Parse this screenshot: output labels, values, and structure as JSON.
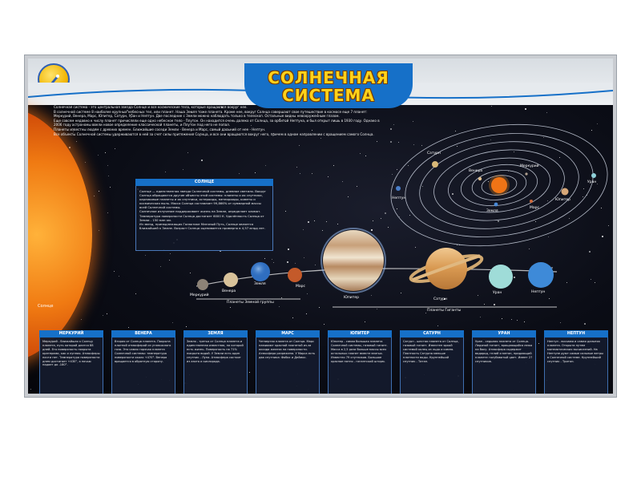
{
  "poster": {
    "title_line1": "СОЛНЕЧНАЯ",
    "title_line2": "СИСТЕМА",
    "intro": [
      "Солнечная система - это центральная звезда Солнце и все космические тела, которые вращаются вокруг нее.",
      "В солнечной системе 8 наиболее крупных небесных тел, или планет. Наша Земля тоже планета. Кроме нее, вокруг Солнца совершают свое путешествие в космосе еще 7 планет: Меркурий, Венера, Марс, Юпитер, Сатурн, Уран и Нептун. Две последние с Земли можно наблюдать только в телескоп. Остальные видны невооруженным глазом.",
      "Еще совсем недавно к числу планет причисляли еще одно небесное тело - Плутон. Он находится очень далеко от Солнца, за орбитой Нептуна, и был открыт лишь в 1930 году. Однако в 2006 году астрономы ввели новое определение классической планеты, и Плутон под него не попал.",
      "Планеты известны людям с древних времен. Ближайшие соседи Земли - Венера и Марс, самый дальний от нее - Нептун.",
      "Все объекты Солнечной системы удерживаются в ней за счет силы притяжения Солнца, и все они вращаются вокруг него, причем в одном направлении с вращением самого Солнца."
    ],
    "sun_label": "Солнце"
  },
  "sun_box": {
    "title": "СОЛНЦЕ",
    "paragraphs": [
      "Солнце — единственная звезда Солнечной системы, дневное светило. Вокруг Солнца обращаются другие объекты этой системы: планеты и их спутники, карликовые планеты и их спутники, астероиды, метеороиды, кометы и космическая пыль. Масса Солнца составляет 99,866% от суммарной массы всей Солнечной системы.",
      "Солнечное излучение поддерживает жизнь на Земле, определяет климат. Температура поверхности Солнца достигает 6000 К. Удалённость Солнца от Земли - 150 млн км.",
      "Из звезд, принадлежащих Галактике Млечный Путь, Солнце является ближайшей к Земле. Возраст Солнца оценивается примерно в 4,57 млрд лет."
    ]
  },
  "orbit": {
    "labels": [
      "Нептун",
      "Уран",
      "Сатурн",
      "Юпитер",
      "Меркурий",
      "Венера",
      "Земля",
      "Марс"
    ]
  },
  "planets_row": {
    "labels": {
      "mercury": "Меркурий",
      "venus": "Венера",
      "earth": "Земля",
      "mars": "Марс",
      "jupiter": "Юпитер",
      "saturn": "Сатурн",
      "uranus": "Уран",
      "neptune": "Нептун"
    },
    "terrestrial_group": "Планеты Земной группы",
    "giant_group": "Планеты Гиганты"
  },
  "cards": [
    {
      "title": "МЕРКУРИЙ",
      "text": "Меркурий - ближайшая к Солнцу планета, путь которой длится 88 дней. Его поверхность покрыта кратерами, как и лунная. Атмосферы почти нет. Температура поверхности днем достигает +430°, а ночью падает до -180°."
    },
    {
      "title": "ВЕНЕРА",
      "text": "Вторая от Солнца планета. Покрыта плотной атмосферой из углекислого газа. Это самая горячая планета Солнечной системы: температура поверхности около +470°. Венера вращается в обратную сторону."
    },
    {
      "title": "ЗЕМЛЯ",
      "text": "Земля - третья от Солнца планета и единственная известная, на которой есть жизнь. Поверхность на 71% покрыта водой. У Земли есть один спутник - Луна. Атмосфера состоит из азота и кислорода."
    },
    {
      "title": "МАРС",
      "text": "Четвертая планета от Солнца. Марс называют красной планетой из-за оксида железа на поверхности. Атмосфера разрежена. У Марса есть два спутника: Фобос и Деймос."
    },
    {
      "title": "ЮПИТЕР",
      "text": "Юпитер - самая большая планета Солнечной системы, газовый гигант. Масса в 2,5 раза больше массы всех остальных планет вместе взятых. Известно 79 спутников. Большое красное пятно - гигантский шторм."
    },
    {
      "title": "САТУРН",
      "text": "Сатурн - шестая планета от Солнца, газовый гигант. Известен яркой системой колец из льда и камня. Плотность Сатурна меньше плотности воды. Крупнейший спутник - Титан."
    },
    {
      "title": "УРАН",
      "text": "Уран - седьмая планета от Солнца. Ледяной гигант, вращающийся лежа на боку. Атмосфера содержит водород, гелий и метан, придающий планете голубоватый цвет. Имеет 27 спутников."
    },
    {
      "title": "НЕПТУН",
      "text": "Нептун - восьмая и самая дальняя планета. Открыта путем математических вычислений. На Нептуне дуют самые сильные ветры в Солнечной системе. Крупнейший спутник - Тритон."
    }
  ],
  "colors": {
    "title_fill": "#ffd21a",
    "banner_blue": "#1670c8",
    "card_border": "#3f6fb0"
  }
}
